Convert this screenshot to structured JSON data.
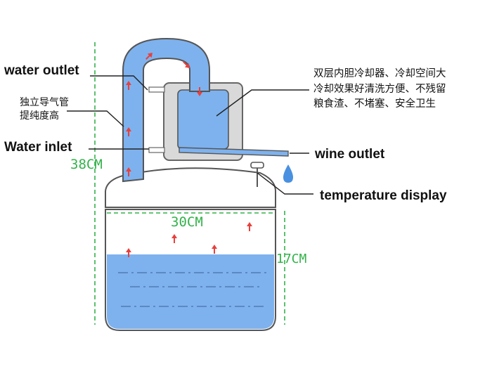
{
  "labels": {
    "water_outlet": "water outlet",
    "gas_tube_line1": "独立导气管",
    "gas_tube_line2": "提纯度高",
    "water_inlet": "Water inlet",
    "cooler_line1": "双层内胆冷却器、冷却空间大",
    "cooler_line2": "冷却效果好清洗方便、不残留",
    "cooler_line3": "粮食渣、不堵塞、安全卫生",
    "wine_outlet": "wine outlet",
    "temperature_display": "temperature display"
  },
  "dimensions": {
    "height_total": "38CM",
    "width": "30CM",
    "height_pot": "17CM"
  },
  "colors": {
    "tube_fill": "#7eb2ee",
    "water_fill": "#7eb2ee",
    "condenser_outer": "#d9d9d9",
    "condenser_inner": "#7eb2ee",
    "outline": "#555555",
    "dimension": "#33b24a",
    "flow_arrow": "#e8403c",
    "drop": "#4a90e0"
  }
}
